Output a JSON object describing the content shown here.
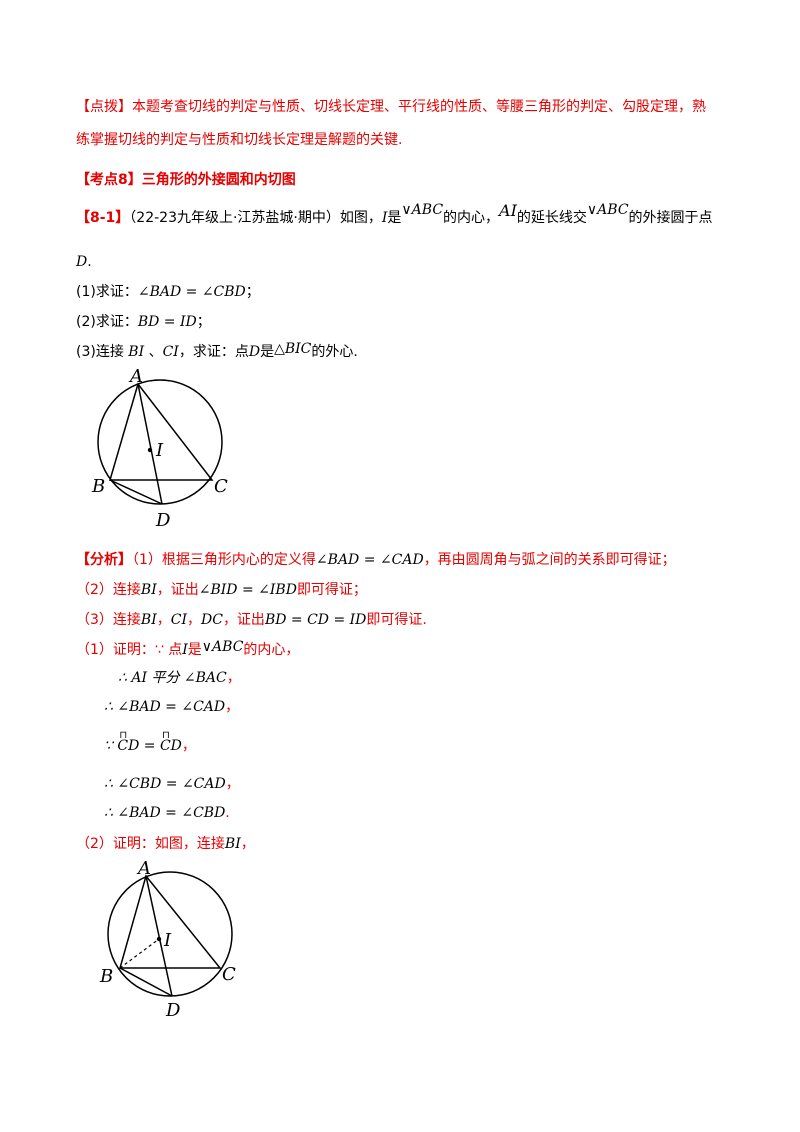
{
  "tip": {
    "label": "【点拨】",
    "line1": "本题考查切线的判定与性质、切线长定理、平行线的性质、等腰三角形的判定、勾股定理，熟",
    "line2": "练掌握切线的判定与性质和切线长定理是解题的关键."
  },
  "section": {
    "title": "【考点8】三角形的外接圆和内切图"
  },
  "problem": {
    "label": "【8-1】",
    "source": "（22-23九年级上·江苏盐城·期中）如图，",
    "stem_a": "I",
    "stem_b": "是",
    "stem_c": "∨ABC",
    "stem_d": "的内心，",
    "stem_e": "AI",
    "stem_f": "的延长线交",
    "stem_g": "∨ABC",
    "stem_h": "的外接圆于点",
    "stem_i": "D",
    "stem_j": ".",
    "q1_label": "(1)求证：",
    "q1_math": "∠BAD = ∠CBD",
    "q1_end": "；",
    "q2_label": "(2)求证：",
    "q2_math": "BD = ID",
    "q2_end": "；",
    "q3_a": "(3)连接",
    "q3_b": "BI",
    "q3_c": "、",
    "q3_d": "CI",
    "q3_e": "，求证：点",
    "q3_f": "D",
    "q3_g": "是",
    "q3_h": "△BIC",
    "q3_i": "的外心."
  },
  "figure1": {
    "labels": {
      "A": "A",
      "B": "B",
      "C": "C",
      "D": "D",
      "I": "I"
    }
  },
  "analysis": {
    "label": "【分析】",
    "l1_a": "（1）根据三角形内心的定义得",
    "l1_math": "∠BAD = ∠CAD",
    "l1_b": "，再由圆周角与弧之间的关系即可得证；",
    "l2_a": "（2）连接",
    "l2_math1": "BI",
    "l2_b": "，证出",
    "l2_math2": "∠BID = ∠IBD",
    "l2_c": "即可得证；",
    "l3_a": "（3）连接",
    "l3_m1": "BI",
    "l3_b": "，",
    "l3_m2": "CI",
    "l3_c": "，",
    "l3_m3": "DC",
    "l3_d": "，证出",
    "l3_m4": "BD = CD = ID",
    "l3_e": "即可得证."
  },
  "proof1": {
    "head": "（1）证明：∵ 点",
    "head_m": "I",
    "head_b": "是",
    "head_m2": "∨ABC",
    "head_c": "的内心，",
    "s1": "∴ AI 平分 ∠BAC",
    "s1_end": "，",
    "s2": "∴ ∠BAD = ∠CAD",
    "s2_end": "，",
    "s3_pre": "∵",
    "s3_a": "CD",
    "s3_eq": " = ",
    "s3_b": "CD",
    "s3_end": "，",
    "arc_mark": "⊓",
    "s4": "∴ ∠CBD = ∠CAD",
    "s4_end": "，",
    "s5": "∴ ∠BAD = ∠CBD",
    "s5_end": "."
  },
  "proof2": {
    "head": "（2）证明：如图，连接",
    "head_m": "BI",
    "head_end": "，"
  },
  "figure2": {
    "labels": {
      "A": "A",
      "B": "B",
      "C": "C",
      "D": "D",
      "I": "I"
    }
  }
}
